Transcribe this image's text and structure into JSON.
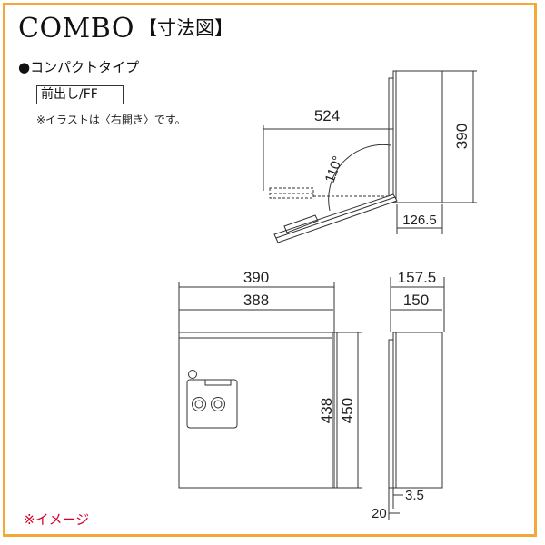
{
  "header": {
    "title": "COMBO",
    "title_suffix": "【寸法図】"
  },
  "type_label": "●コンパクトタイプ",
  "variant_label": "前出し/FF",
  "illustration_note": "※イラストは〈右開き〉です。",
  "image_note": "※イメージ",
  "side_open_view": {
    "width_open": "524",
    "height": "390",
    "angle": "110°",
    "depth": "126.5"
  },
  "front_view": {
    "outer_width": "390",
    "inner_width": "388",
    "inner_height": "438",
    "outer_height": "450"
  },
  "side_view": {
    "outer_depth": "157.5",
    "inner_depth": "150",
    "bottom_offset": "3.5",
    "base": "20"
  },
  "colors": {
    "frame": "#f4a83a",
    "line": "#333333",
    "note_red": "#d6002a"
  }
}
